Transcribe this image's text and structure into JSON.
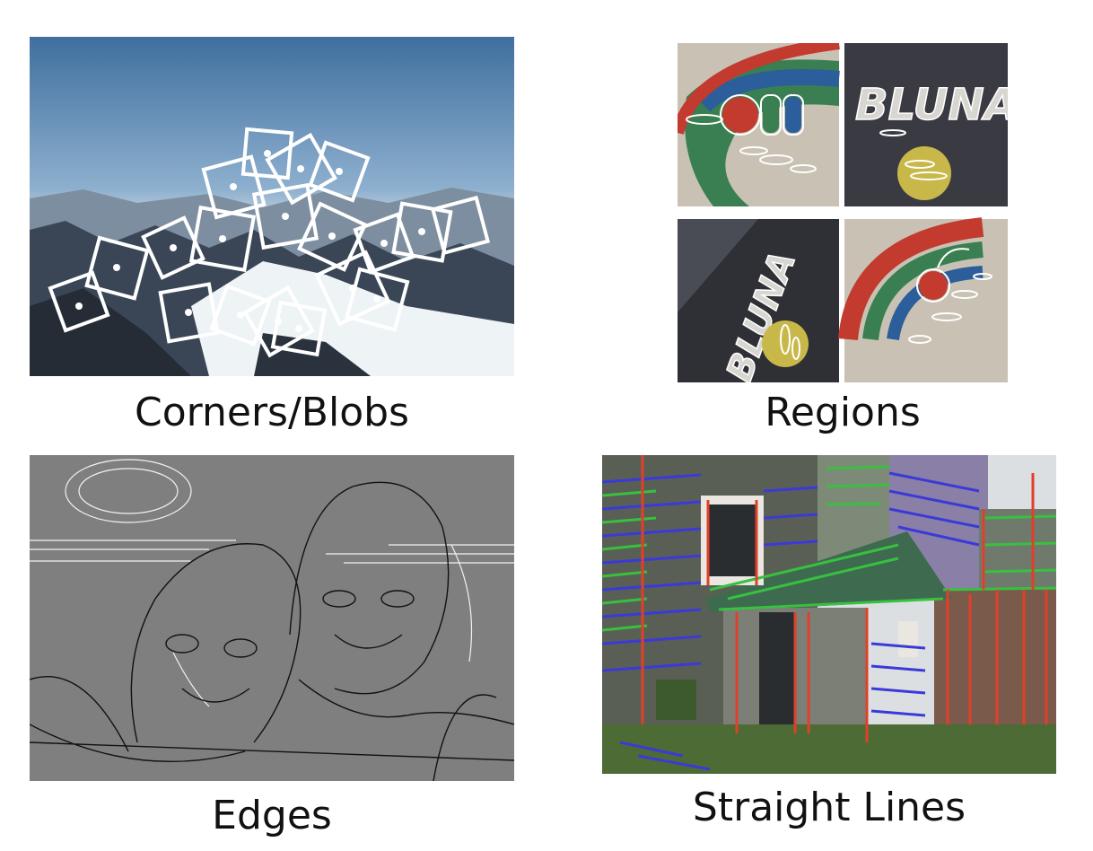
{
  "captions": {
    "corners": "Corners/Blobs",
    "regions": "Regions",
    "edges": "Edges",
    "lines": "Straight Lines"
  },
  "region_texts": {
    "bluna_a": "BLUNA",
    "bluna_b": "BLUNA"
  },
  "colors": {
    "feature_white": "#ffffff",
    "line_red": "#e0402a",
    "line_green": "#38c040",
    "line_blue": "#3a3ad8",
    "edge_bg": "#7f7f7f"
  }
}
